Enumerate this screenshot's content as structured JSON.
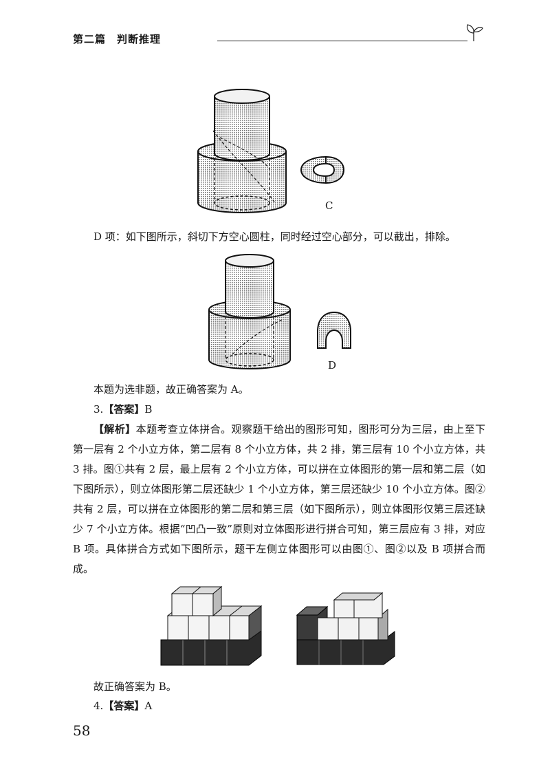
{
  "header": {
    "text": "第二篇　判断推理"
  },
  "figure_c": {
    "label": "C"
  },
  "option_d_text": "D 项：如下图所示，斜切下方空心圆柱，同时经过空心部分，可以截出，排除。",
  "figure_d": {
    "label": "D"
  },
  "conclusion_1": "本题为选非题，故正确答案为 A。",
  "q3": {
    "number": "3.",
    "answer_tag": "【答案】",
    "answer": "B",
    "analysis_tag": "【解析】",
    "analysis": "本题考查立体拼合。观察题干给出的图形可知，图形可分为三层，由上至下第一层有 2 个小立方体，第二层有 8 个小立方体，共 2 排，第三层有 10 个小立方体，共 3 排。图①共有 2 层，最上层有 2 个小立方体，可以拼在立体图形的第一层和第二层（如下图所示），则立体图形第二层还缺少 1 个小立方体，第三层还缺少 10 个小立方体。图②共有 2 层，可以拼在立体图形的第二层和第三层（如下图所示），则立体图形仅第三层还缺少 7 个小立方体。根据“凹凸一致”原则对立体图形进行拼合可知，第三层应有 3 排，对应 B 项。具体拼合方式如下图所示，题干左侧立体图形可以由图①、图②以及 B 项拼合而成。",
    "conclusion": "故正确答案为 B。"
  },
  "q4": {
    "number": "4.",
    "answer_tag": "【答案】",
    "answer": "A"
  },
  "page_number": "58"
}
